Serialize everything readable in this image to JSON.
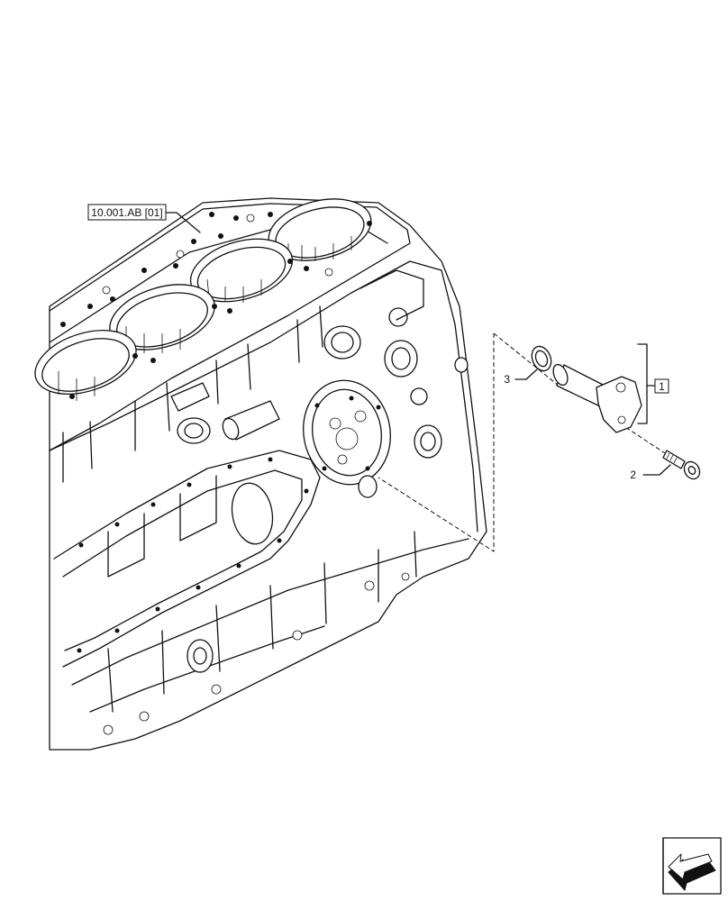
{
  "reference_label": "10.001.AB [01]",
  "callouts": {
    "assembly": "1",
    "bolt": "2",
    "seal_ring": "3"
  },
  "nav_icon": "arrow-navigation-icon"
}
